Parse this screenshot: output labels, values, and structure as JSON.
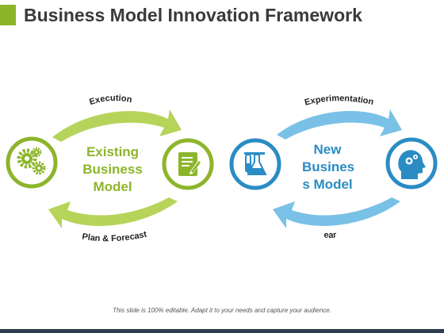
{
  "title": "Business Model Innovation Framework",
  "colors": {
    "title_accent": "#8db52b",
    "green": "#8db52b",
    "green_light": "#b6d45a",
    "blue": "#2b8cc4",
    "blue_light": "#79c1e6",
    "bottom_bar": "#2c3e50"
  },
  "left_cycle": {
    "center_label": "Existing Business Model",
    "top_label": "Execution",
    "bottom_label": "Plan & Forecast",
    "left_icon": "gears-icon",
    "right_icon": "document-pen-icon"
  },
  "right_cycle": {
    "center_label": "New Busines s Model",
    "top_label": "Experimentation",
    "bottom_label": "Learn",
    "left_icon": "lab-flasks-icon",
    "right_icon": "head-gears-icon"
  },
  "footer": "This slide is 100% editable. Adapt it to your needs and capture your audience."
}
